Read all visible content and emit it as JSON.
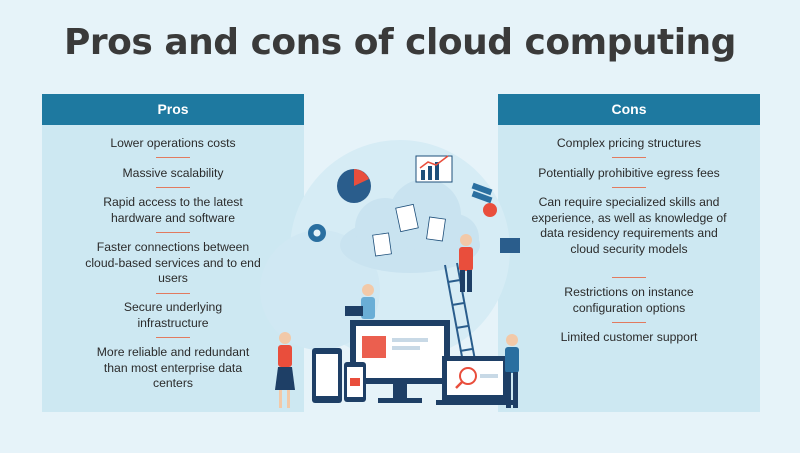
{
  "title": "Pros and cons of cloud computing",
  "pros": {
    "header": "Pros",
    "items": [
      "Lower operations costs",
      "Massive scalability",
      "Rapid access to the latest hardware and software",
      "Faster connections between cloud-based services and to end users",
      "Secure underlying infrastructure",
      "More reliable and redundant than most enterprise data centers"
    ]
  },
  "cons": {
    "header": "Cons",
    "items": [
      "Complex pricing structures",
      "Potentially prohibitive egress fees",
      "Can require specialized skills and experience, as well as knowledge of data residency requirements and cloud security models",
      "Restrictions on instance configuration options",
      "Limited customer support"
    ]
  },
  "colors": {
    "header": "#1e79a0",
    "panel": "#cde8f2",
    "divider": "#e27a5f",
    "accent": "#e94e3c"
  },
  "icons": [
    "cloud-icon",
    "pie-chart-icon",
    "bar-chart-icon",
    "gear-icon",
    "server-stack-icon",
    "folder-icon",
    "cart-icon",
    "lock-icon",
    "search-icon"
  ]
}
